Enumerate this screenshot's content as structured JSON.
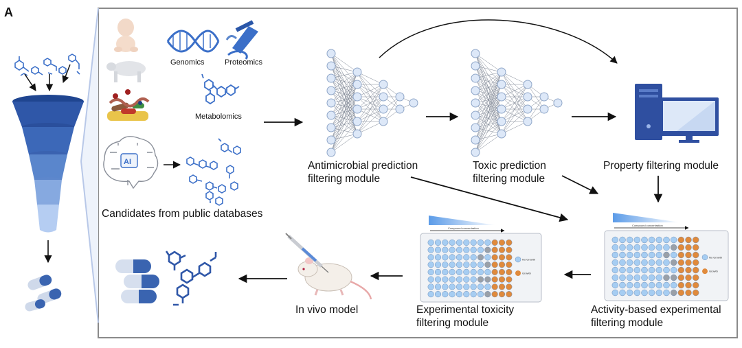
{
  "panel_label": "A",
  "sources": {
    "genomics": "Genomics",
    "proteomics": "Proteomics",
    "metabolomics": "Metabolomics",
    "ai_badge": "AI",
    "candidates": "Candidates from public databases"
  },
  "modules": {
    "antimicrobial_line1": "Antimicrobial prediction",
    "antimicrobial_line2": "filtering module",
    "toxic_line1": "Toxic prediction",
    "toxic_line2": "filtering module",
    "property": "Property filtering module",
    "activity_line1": "Activity-based experimental",
    "activity_line2": "filtering module",
    "toxicity_line1": "Experimental toxicity",
    "toxicity_line2": "filtering module",
    "in_vivo": "In vivo model"
  },
  "plate": {
    "concentration_label": "Compound concentration",
    "legend_no_growth": "No Growth",
    "legend_growth": "Growth"
  },
  "colors": {
    "frame": "#8a8a8a",
    "funnel_dark": "#2f57a8",
    "funnel_light": "#a8c4f0",
    "molecule": "#3b6fc8",
    "well_blue": "#a6cdf2",
    "well_orange": "#e08a3c",
    "well_gray": "#9aa0a8",
    "node": "#dde8f8"
  }
}
